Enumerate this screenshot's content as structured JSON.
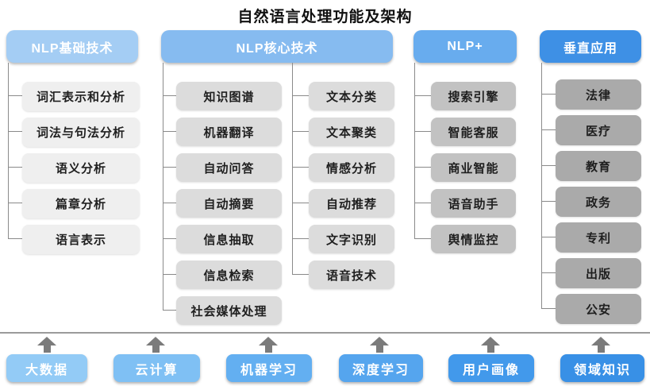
{
  "title": "自然语言处理功能及架构",
  "colors": {
    "connector": "#8a8a8a",
    "separator": "#9b9b9b",
    "arrow": "#7b7b7b",
    "title_text": "#111111",
    "header_text": "#ffffff",
    "item_text": "#1f1f1f"
  },
  "columns": [
    {
      "header": "NLP基础技术",
      "header_color": "#a4cdf4",
      "item_color": "#efefef",
      "items": [
        "词汇表示和分析",
        "词法与句法分析",
        "语义分析",
        "篇章分析",
        "语言表示"
      ]
    },
    {
      "header": "NLP核心技术",
      "header_color": "#86bbf0",
      "item_color": "#dcdcdc",
      "items_left": [
        "知识图谱",
        "机器翻译",
        "自动问答",
        "自动摘要",
        "信息抽取",
        "信息检索",
        "社会媒体处理"
      ],
      "items_right": [
        "文本分类",
        "文本聚类",
        "情感分析",
        "自动推荐",
        "文字识别",
        "语音技术"
      ]
    },
    {
      "header": "NLP+",
      "header_color": "#68acee",
      "item_color": "#c2c2c2",
      "items": [
        "搜索引擎",
        "智能客服",
        "商业智能",
        "语音助手",
        "舆情监控"
      ]
    },
    {
      "header": "垂直应用",
      "header_color": "#3e90e5",
      "item_color": "#aaaaaa",
      "items": [
        "法律",
        "医疗",
        "教育",
        "政务",
        "专利",
        "出版",
        "公安"
      ]
    }
  ],
  "foundation": [
    {
      "label": "大数据",
      "color": "#93cbf6"
    },
    {
      "label": "云计算",
      "color": "#7fc0f4"
    },
    {
      "label": "机器学习",
      "color": "#63aff1"
    },
    {
      "label": "深度学习",
      "color": "#55a5ee"
    },
    {
      "label": "用户画像",
      "color": "#4299eb"
    },
    {
      "label": "领域知识",
      "color": "#3890e6"
    }
  ]
}
